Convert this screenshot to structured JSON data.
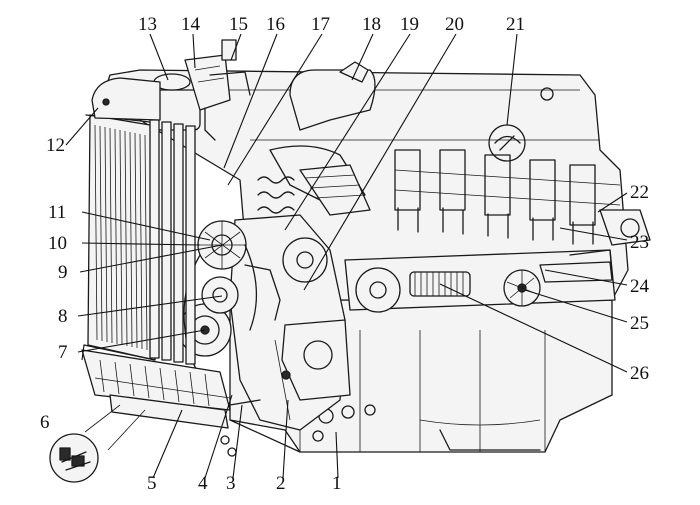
{
  "diagram": {
    "callouts": [
      {
        "id": "1",
        "text": "1"
      },
      {
        "id": "2",
        "text": "2"
      },
      {
        "id": "3",
        "text": "3"
      },
      {
        "id": "4",
        "text": "4"
      },
      {
        "id": "5",
        "text": "5"
      },
      {
        "id": "6",
        "text": "6"
      },
      {
        "id": "7",
        "text": "7"
      },
      {
        "id": "8",
        "text": "8"
      },
      {
        "id": "9",
        "text": "9"
      },
      {
        "id": "10",
        "text": "10"
      },
      {
        "id": "11",
        "text": "11"
      },
      {
        "id": "12",
        "text": "12"
      },
      {
        "id": "13",
        "text": "13"
      },
      {
        "id": "14",
        "text": "14"
      },
      {
        "id": "15",
        "text": "15"
      },
      {
        "id": "16",
        "text": "16"
      },
      {
        "id": "17",
        "text": "17"
      },
      {
        "id": "18",
        "text": "18"
      },
      {
        "id": "19",
        "text": "19"
      },
      {
        "id": "20",
        "text": "20"
      },
      {
        "id": "21",
        "text": "21"
      },
      {
        "id": "22",
        "text": "22"
      },
      {
        "id": "23",
        "text": "23"
      },
      {
        "id": "24",
        "text": "24"
      },
      {
        "id": "25",
        "text": "25"
      },
      {
        "id": "26",
        "text": "26"
      }
    ]
  }
}
